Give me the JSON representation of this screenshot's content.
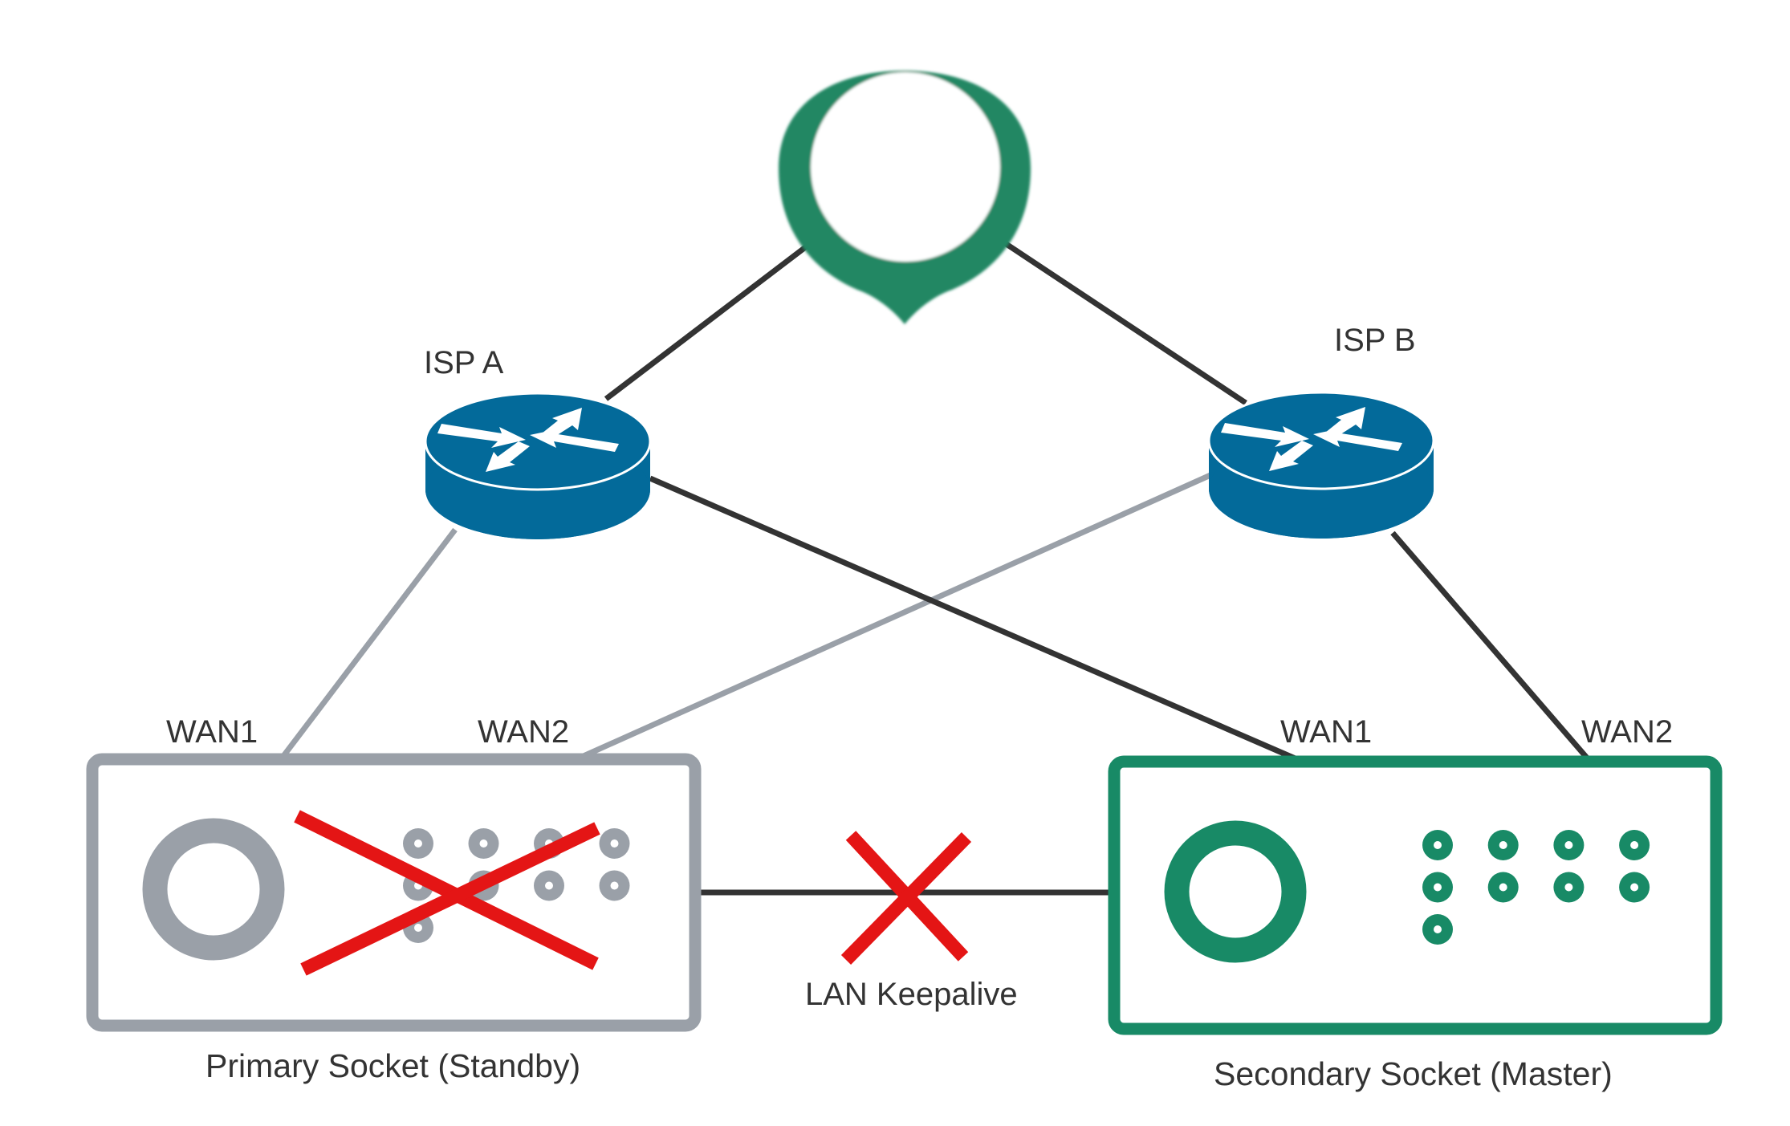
{
  "diagram": {
    "cloud_node": {
      "name": "internet-location-pin",
      "icon": "map-pin-icon"
    },
    "routers": [
      {
        "id": "isp_a",
        "label": "ISP A",
        "icon": "router-icon"
      },
      {
        "id": "isp_b",
        "label": "ISP B",
        "icon": "router-icon"
      }
    ],
    "sockets": [
      {
        "id": "primary",
        "label": "Primary Socket (Standby)",
        "state": "standby",
        "failed": true,
        "port_labels": [
          "WAN1",
          "WAN2"
        ],
        "led_count": 9
      },
      {
        "id": "secondary",
        "label": "Secondary Socket (Master)",
        "state": "master",
        "failed": false,
        "port_labels": [
          "WAN1",
          "WAN2"
        ],
        "led_count": 9
      }
    ],
    "links": [
      {
        "from": "cloud",
        "to": "isp_a",
        "status": "active"
      },
      {
        "from": "cloud",
        "to": "isp_b",
        "status": "active"
      },
      {
        "from": "isp_a",
        "to": "primary.WAN1",
        "status": "inactive"
      },
      {
        "from": "isp_b",
        "to": "primary.WAN2",
        "status": "inactive"
      },
      {
        "from": "isp_a",
        "to": "secondary.WAN1",
        "status": "active"
      },
      {
        "from": "isp_b",
        "to": "secondary.WAN2",
        "status": "active"
      },
      {
        "from": "primary",
        "to": "secondary",
        "label": "LAN Keepalive",
        "status": "failed"
      }
    ],
    "lan_link_label": "LAN Keepalive",
    "colors": {
      "active_green": "#188a66",
      "pin_green": "#208764",
      "inactive_gray": "#9aa0a8",
      "router_blue": "#036a9a",
      "link_dark": "#333333",
      "failure_red": "#e41515",
      "text": "#333333"
    }
  }
}
